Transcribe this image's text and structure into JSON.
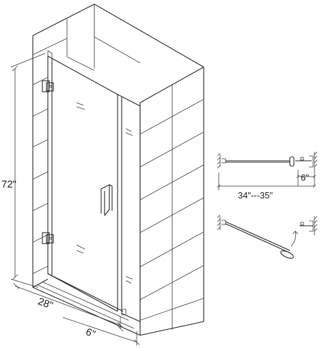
{
  "dimensions": {
    "height": "72\"",
    "width": "28\"",
    "return_depth": "6\"",
    "opening_range": "34\"---35\"",
    "side_offset": "6\""
  },
  "colors": {
    "line": "#222222",
    "background": "#ffffff"
  }
}
